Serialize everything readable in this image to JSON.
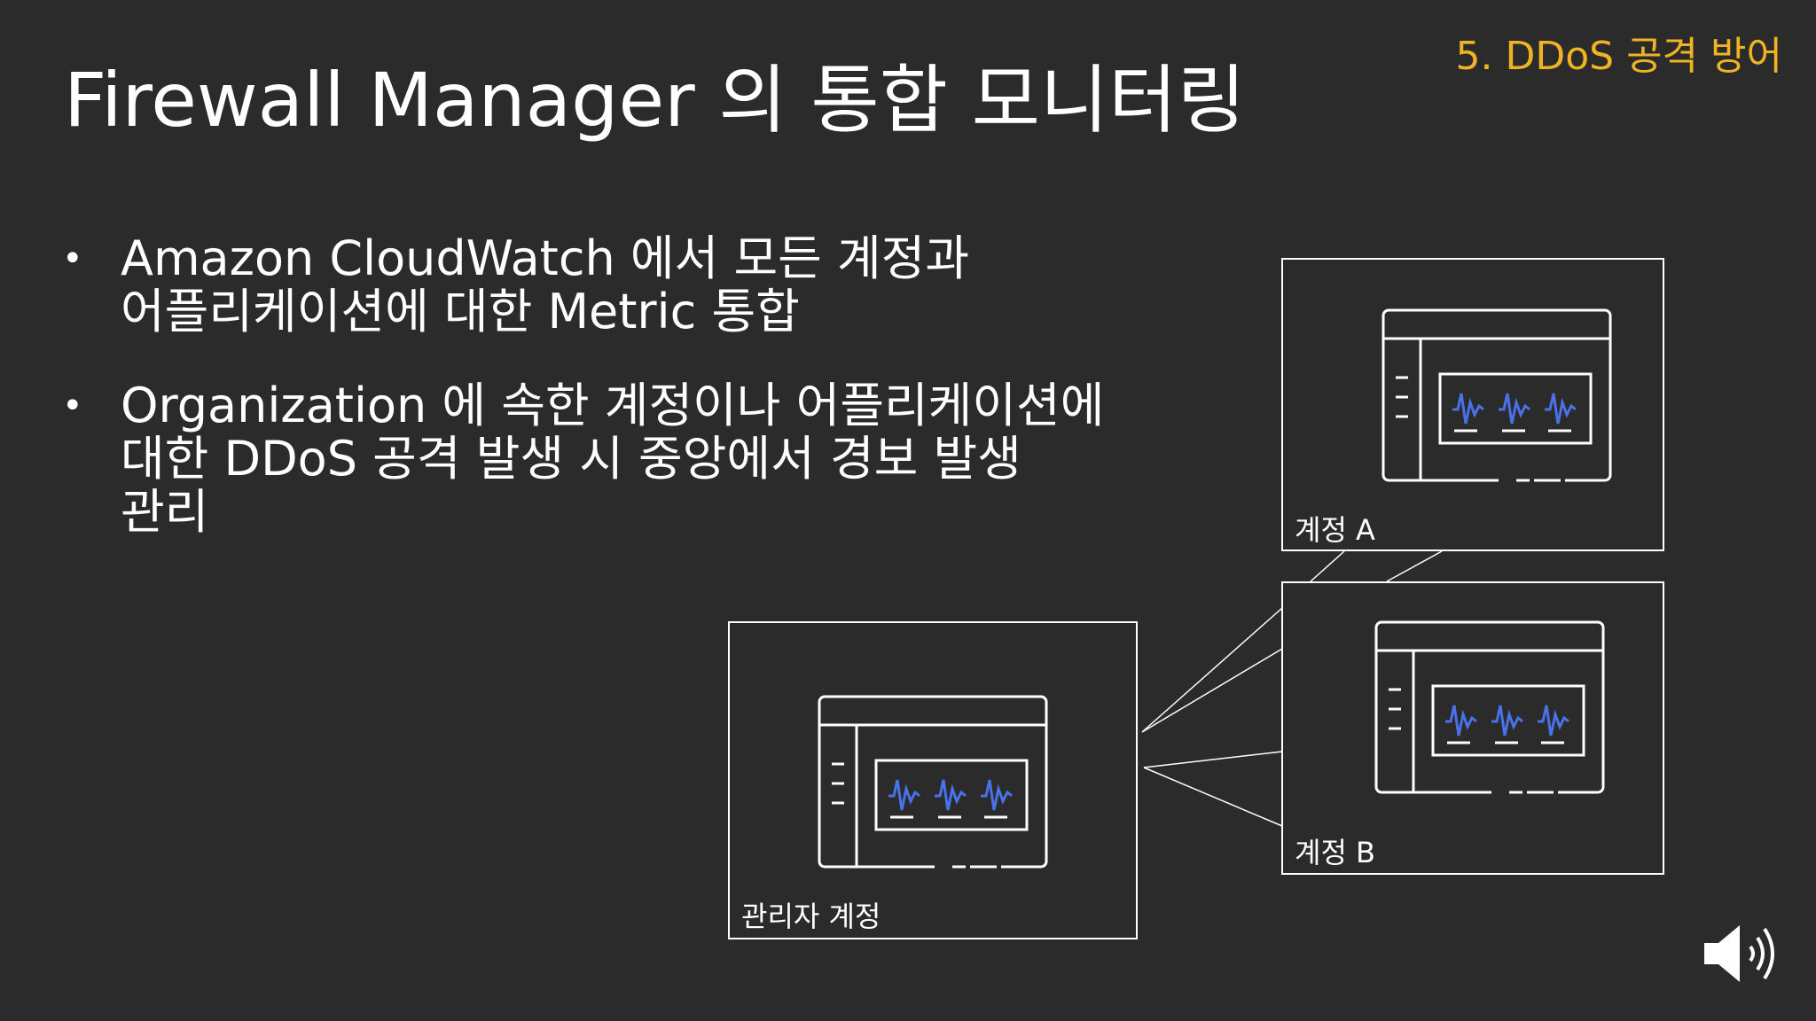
{
  "slide": {
    "title": "Firewall Manager 의 통합 모니터링",
    "section_tag": "5. DDoS 공격 방어",
    "bullets": [
      {
        "lines": [
          "Amazon CloudWatch 에서 모든 계정과",
          "어플리케이션에 대한 Metric 통합"
        ]
      },
      {
        "lines": [
          "Organization 에 속한 계정이나 어플리케이션에",
          "대한 DDoS 공격 발생 시 중앙에서 경보 발생",
          "관리"
        ]
      }
    ],
    "bullet_symbol": "•"
  },
  "diagram": {
    "accounts": {
      "admin": {
        "label": "관리자 계정"
      },
      "account_a": {
        "label": "계정 A"
      },
      "account_b": {
        "label": "계정 B"
      }
    },
    "chart_color": "#4a72e8"
  },
  "controls": {
    "audio_icon": "speaker-volume-icon"
  }
}
